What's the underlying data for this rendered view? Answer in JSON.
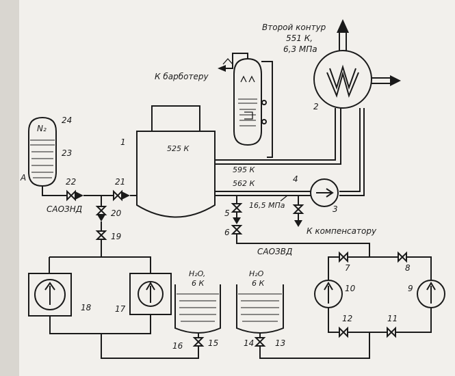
{
  "labels": {
    "second_circuit": "Второй контур",
    "second_circuit_temp": "551 К,",
    "second_circuit_pressure": "6,3 МПа",
    "to_bubbler": "К барботеру",
    "to_pressurizer": "К компенсатору",
    "vessel_temp": "525 К",
    "hot_leg_temp": "595 К",
    "cold_leg_temp": "562 К",
    "primary_pressure": "16,5 МПа",
    "saozvd": "САОЗВД",
    "saoznd": "САОЗНД",
    "nitrogen": "N₂",
    "tank16_medium": "H₂O,",
    "tank16_temp": "6 К",
    "tank13_medium": "H₂O",
    "tank13_temp": "6 К"
  },
  "numbers": {
    "n1": "1",
    "n2": "2",
    "n3": "3",
    "n4": "4",
    "n5": "5",
    "n6": "6",
    "n7": "7",
    "n8": "8",
    "n9": "9",
    "n10": "10",
    "n11": "11",
    "n12": "12",
    "n13": "13",
    "n14": "14",
    "n15": "15",
    "n16": "16",
    "n17": "17",
    "n18": "18",
    "n19": "19",
    "n20": "20",
    "n21": "21",
    "n22": "22",
    "n23": "23",
    "n24": "24",
    "nA": "А"
  }
}
